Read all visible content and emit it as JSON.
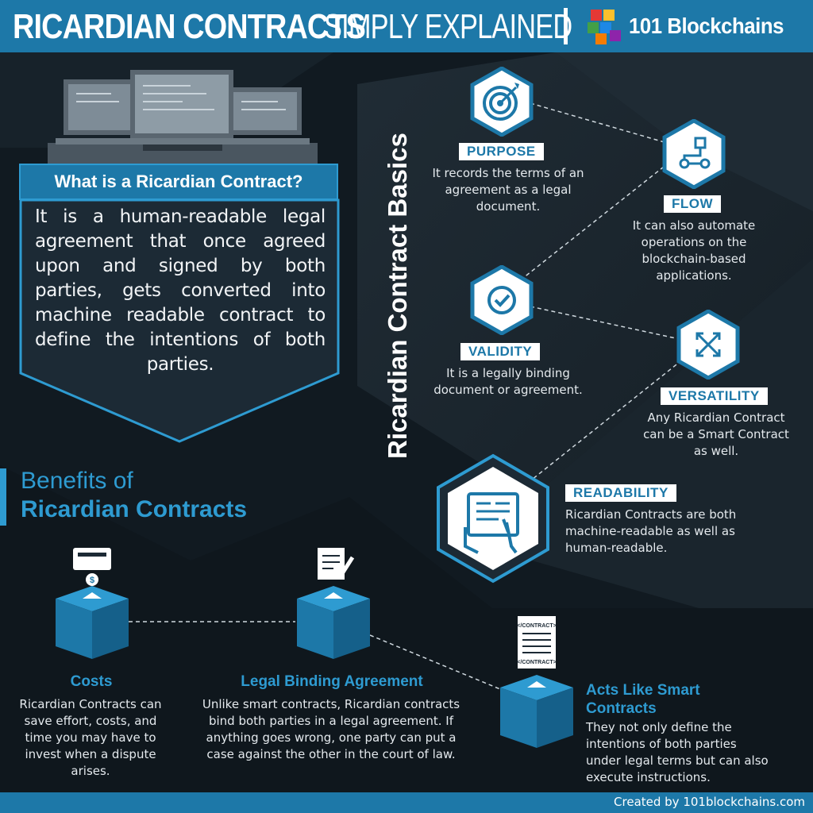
{
  "header": {
    "title_bold": "RICARDIAN CONTRACTS",
    "title_light": "SIMPLY EXPLAINED",
    "brand_name": "101 Blockchains",
    "brand_logo": "stacked-cubes-logo"
  },
  "what_is": {
    "title": "What is a Ricardian Contract?",
    "body": "It is a human-readable legal agreement that once agreed upon and signed by both parties, gets converted into machine readable contract to define the intentions of both parties."
  },
  "basics": {
    "heading": "Ricardian Contract Basics",
    "items": [
      {
        "tag": "PURPOSE",
        "desc": "It records the terms of an agreement as a legal document.",
        "icon": "target-icon"
      },
      {
        "tag": "FLOW",
        "desc": "It can also automate operations on the blockchain-based applications.",
        "icon": "flowchart-icon"
      },
      {
        "tag": "VALIDITY",
        "desc": "It is a legally binding document or agreement.",
        "icon": "check-circle-icon"
      },
      {
        "tag": "VERSATILITY",
        "desc": "Any Ricardian Contract can be a Smart Contract as well.",
        "icon": "arrows-cross-icon"
      },
      {
        "tag": "READABILITY",
        "desc": "Ricardian Contracts are both machine-readable as well as human-readable.",
        "icon": "tablet-hands-icon"
      }
    ]
  },
  "benefits": {
    "title_line1": "Benefits of",
    "title_line2": "Ricardian Contracts",
    "items": [
      {
        "title": "Costs",
        "desc": "Ricardian Contracts can save effort, costs, and time you may have to invest when a dispute arises.",
        "icon": "payment-card-icon"
      },
      {
        "title": "Legal Binding Agreement",
        "desc": "Unlike smart contracts, Ricardian contracts bind both parties in a legal agreement. If anything goes wrong, one party can put a case against the other in the court of law.",
        "icon": "document-pen-icon"
      },
      {
        "title": "Acts Like Smart Contracts",
        "desc": "They not only define the intentions of both parties under legal terms but can also execute instructions.",
        "icon": "contract-code-icon"
      }
    ],
    "contract_icon_tag_top": "</CONTRACT>",
    "contract_icon_tag_bottom": "</CONTRACT>"
  },
  "footer": {
    "credit": "Created by 101blockchains.com"
  },
  "colors": {
    "accent": "#1d78a8",
    "accent_light": "#2e9bd1",
    "background": "#111a21"
  }
}
